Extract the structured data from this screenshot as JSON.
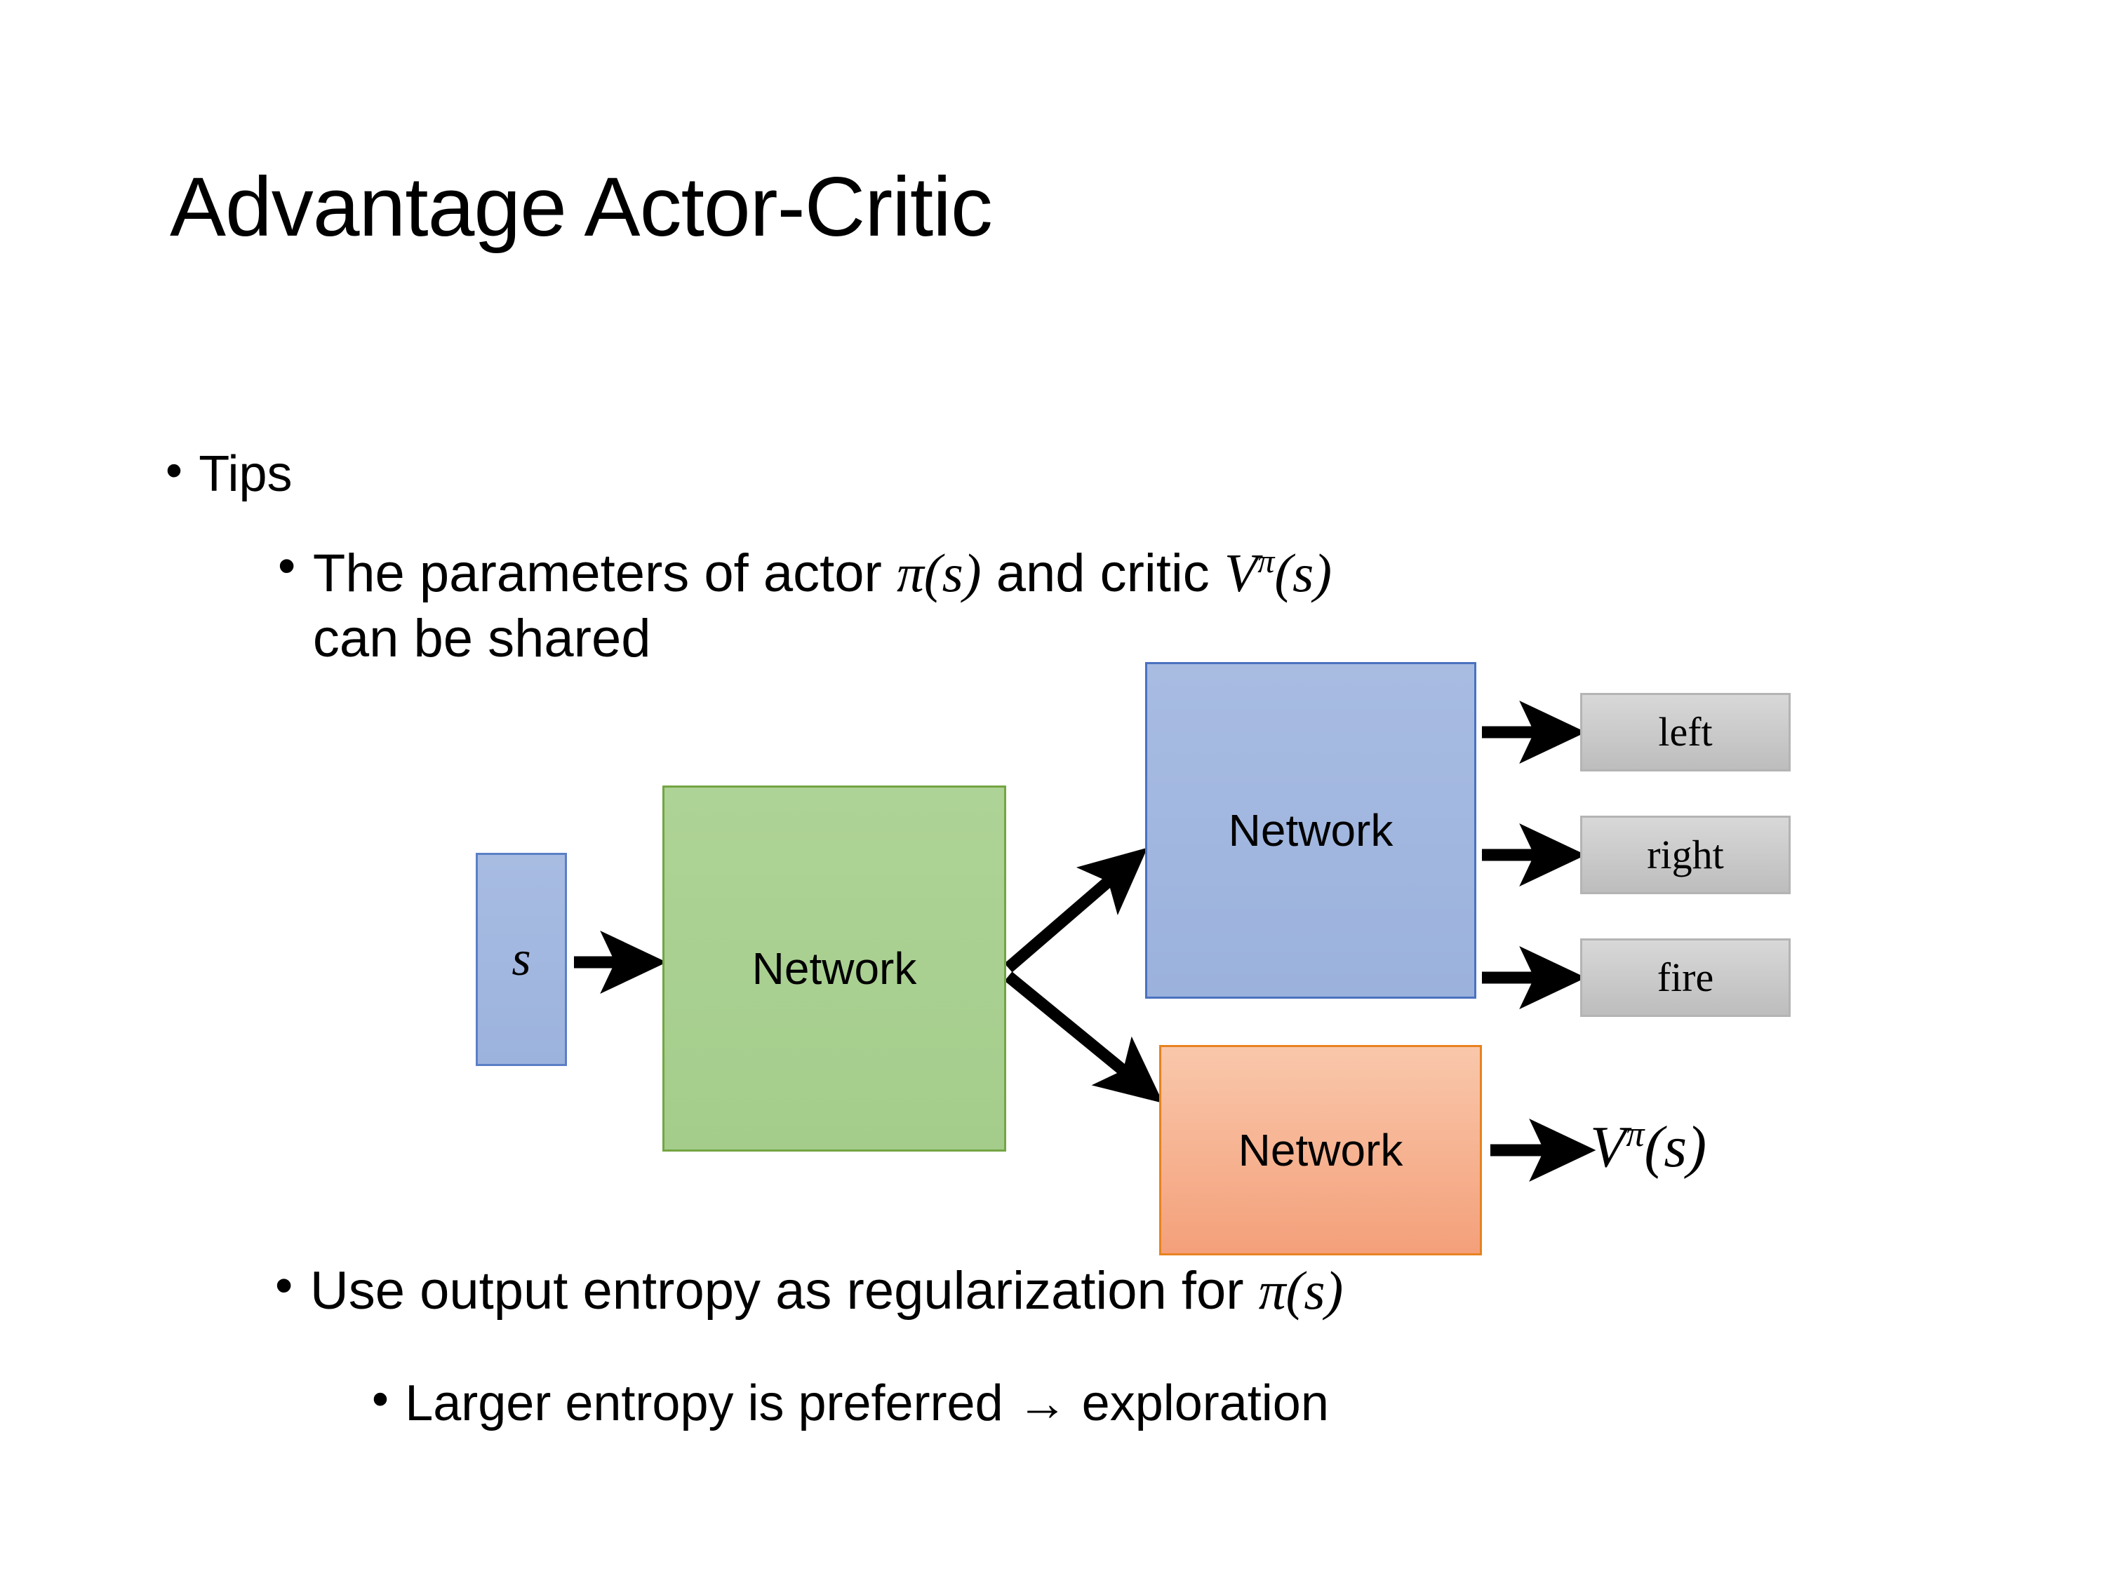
{
  "slide": {
    "title": "Advantage Actor-Critic",
    "background_color": "#ffffff",
    "text_color": "#000000"
  },
  "bullets": {
    "tips": {
      "marker": "•",
      "text": "Tips"
    },
    "shared_parameters": {
      "marker": "•",
      "prefix": "The parameters of actor ",
      "math_actor": "π(s)",
      "middle": "  and critic ",
      "math_critic_base": "V",
      "math_critic_sup": "π",
      "math_critic_arg": "(s)",
      "second_line": "can be shared",
      "full_text": "The parameters of actor π(s)  and critic Vπ(s) can be shared"
    },
    "entropy": {
      "marker": "•",
      "prefix": "Use output entropy as regularization for ",
      "math": "π(s)",
      "full_text": "Use output entropy as regularization for π(s)"
    },
    "larger_entropy": {
      "marker": "•",
      "text": "Larger entropy is preferred → exploration",
      "arrow_glyph": "→"
    }
  },
  "diagram": {
    "nodes": {
      "state": {
        "label": "s",
        "fill": "#9cb3dd",
        "border": "#5b7fc7"
      },
      "shared_network": {
        "label": "Network",
        "fill": "#a4cd8b",
        "border": "#74a543"
      },
      "actor_network": {
        "label": "Network",
        "fill": "#9bb2dd",
        "border": "#4a72c0"
      },
      "critic_network": {
        "label": "Network",
        "fill": "#f4a07a",
        "border": "#e8821f"
      }
    },
    "action_outputs": [
      {
        "label": "left",
        "fill": "#c8c8c8",
        "border": "#b4b4b4"
      },
      {
        "label": "right",
        "fill": "#c8c8c8",
        "border": "#b4b4b4"
      },
      {
        "label": "fire",
        "fill": "#c8c8c8",
        "border": "#b4b4b4"
      }
    ],
    "value_output": {
      "base": "V",
      "superscript": "π",
      "argument": "(s)",
      "full_text": "Vπ(s)"
    },
    "arrows": {
      "color": "#000000",
      "edges": [
        "state -> shared_network",
        "shared_network -> actor_network",
        "shared_network -> critic_network",
        "actor_network -> left",
        "actor_network -> right",
        "actor_network -> fire",
        "critic_network -> value_output"
      ]
    }
  }
}
